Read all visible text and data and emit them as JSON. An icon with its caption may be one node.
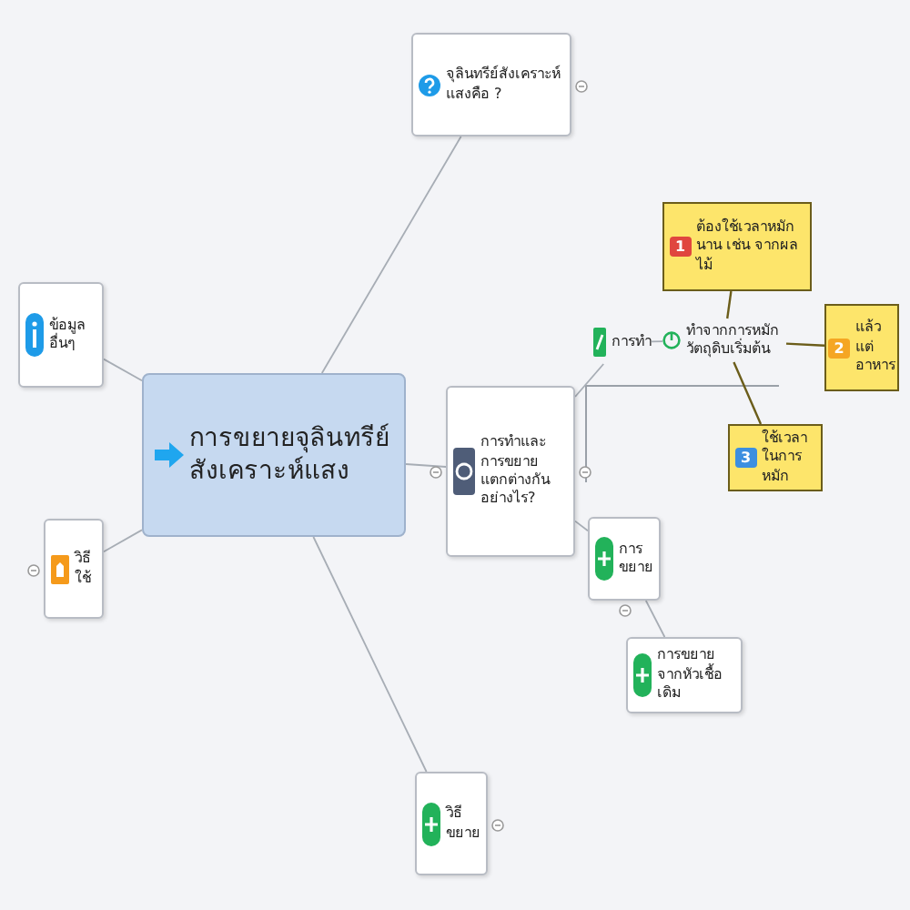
{
  "diagram": {
    "nodes": [
      {
        "text": [
          "การขยายจุลินทรีย์สังเคราะห์แสง"
        ]
      },
      {
        "text": [
          "จุลินทรีย์สังเคราะห์แสงคือ ?"
        ]
      },
      {
        "text": [
          "ข้อมูลอื่นๆ"
        ]
      },
      {
        "text": [
          "วิธีใช้"
        ]
      },
      {
        "text": [
          "การทำและการขยาย แตกต่างกันอย่างไร?"
        ]
      },
      {
        "text": [
          "การทำ"
        ]
      },
      {
        "text": [
          "ทำจากการหมักวัตถุดิบเริ่มต้น"
        ]
      },
      {
        "text": [
          "1",
          "ต้องใช้เวลาหมักนาน เช่น จากผลไม้"
        ]
      },
      {
        "text": [
          "2",
          "แล้วแต่อาหาร"
        ]
      },
      {
        "text": [
          "3",
          "ใช้เวลาในการหมัก"
        ]
      },
      {
        "text": [
          "การขยาย"
        ]
      },
      {
        "text": [
          "การขยายจากหัวเชื้อเดิม"
        ]
      },
      {
        "text": [
          "วิธีขยาย"
        ]
      }
    ],
    "edges": [
      {
        "from": 0,
        "to": 1,
        "arrow": "none"
      },
      {
        "from": 0,
        "to": 2,
        "arrow": "none"
      },
      {
        "from": 0,
        "to": 3,
        "arrow": "none"
      },
      {
        "from": 0,
        "to": 4,
        "arrow": "none"
      },
      {
        "from": 0,
        "to": 12,
        "arrow": "none"
      },
      {
        "from": 4,
        "to": 5,
        "arrow": "none"
      },
      {
        "from": 5,
        "to": 6,
        "arrow": "none"
      },
      {
        "from": 7,
        "to": 6,
        "arrow": "none",
        "color": "#6b5d1a"
      },
      {
        "from": 8,
        "to": 6,
        "arrow": "none",
        "color": "#6b5d1a"
      },
      {
        "from": 9,
        "to": 6,
        "arrow": "none",
        "color": "#6b5d1a"
      },
      {
        "from": 4,
        "to": 10,
        "arrow": "none"
      },
      {
        "from": 10,
        "to": 11,
        "arrow": "none"
      }
    ]
  }
}
